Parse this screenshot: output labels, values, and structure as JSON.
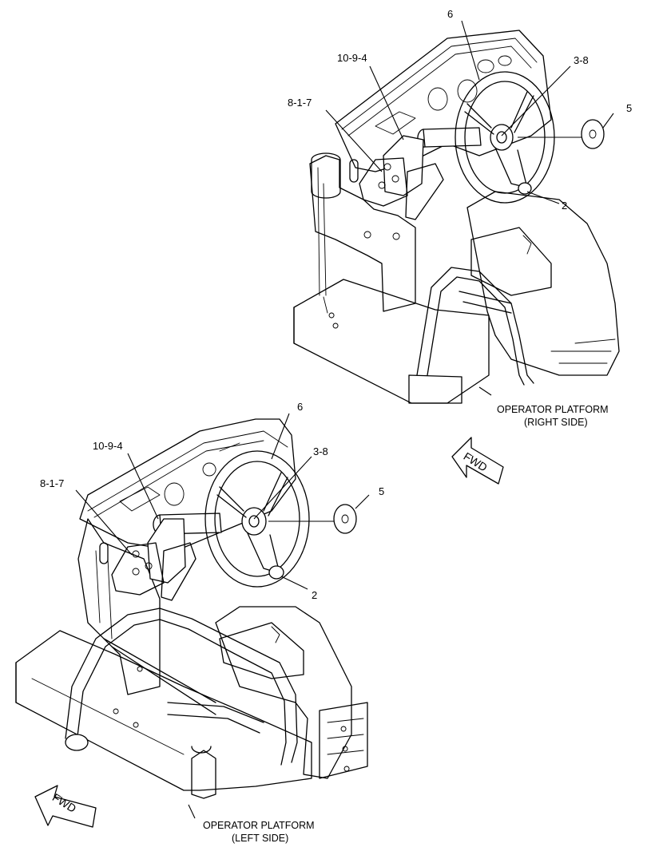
{
  "callouts_right": {
    "c6": "6",
    "c10_9_4": "10-9-4",
    "c3_8": "3-8",
    "c8_1_7": "8-1-7",
    "c5": "5",
    "c2": "2"
  },
  "callouts_left": {
    "c6": "6",
    "c10_9_4": "10-9-4",
    "c3_8": "3-8",
    "c8_1_7": "8-1-7",
    "c5": "5",
    "c2": "2"
  },
  "captions": {
    "right_line1": "OPERATOR PLATFORM",
    "right_line2": "(RIGHT SIDE)",
    "left_line1": "OPERATOR PLATFORM",
    "left_line2": "(LEFT SIDE)"
  },
  "fwd_right": "FWD",
  "fwd_left": "FWD"
}
